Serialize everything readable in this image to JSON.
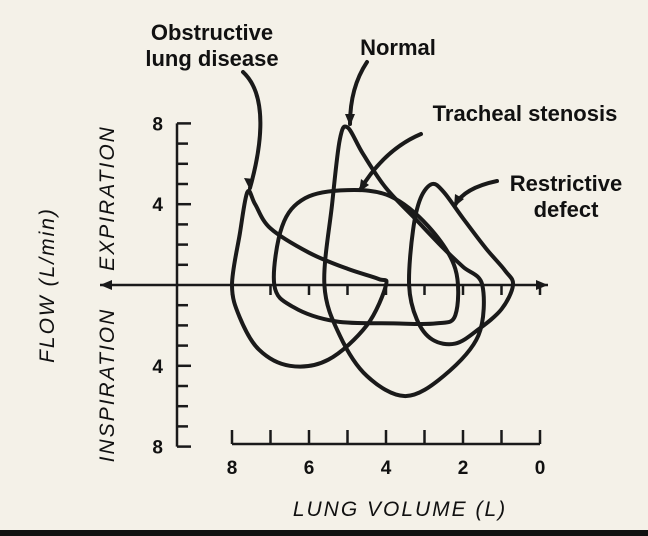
{
  "chart_data": {
    "type": "line",
    "xlabel": "LUNG VOLUME (L)",
    "ylabel": "FLOW (L/min)",
    "ylabel_upper": "EXPIRATION",
    "ylabel_lower": "INSPIRATION",
    "xlim": [
      8,
      0
    ],
    "ylim": [
      -8,
      8
    ],
    "x_ticks": [
      8,
      6,
      4,
      2,
      0
    ],
    "y_ticks_upper": [
      4,
      8
    ],
    "y_ticks_lower": [
      4,
      8
    ],
    "grid": false,
    "series": [
      {
        "name": "Obstructive lung disease",
        "label_lines": [
          "Obstructive",
          "lung disease"
        ],
        "x": [
          8.0,
          7.8,
          7.6,
          7.4,
          7.0,
          6.0,
          5.0,
          4.2,
          4.0,
          4.5,
          5.5,
          6.5,
          7.3,
          7.8,
          8.0
        ],
        "y": [
          0.0,
          2.5,
          4.6,
          4.0,
          2.8,
          1.6,
          0.8,
          0.3,
          0.0,
          -2.0,
          -3.7,
          -4.0,
          -3.2,
          -1.6,
          0.0
        ]
      },
      {
        "name": "Normal",
        "label_lines": [
          "Normal"
        ],
        "x": [
          5.6,
          5.4,
          5.2,
          5.0,
          4.6,
          4.0,
          3.2,
          2.5,
          2.0,
          1.5,
          1.6,
          2.5,
          3.5,
          4.5,
          5.2,
          5.6
        ],
        "y": [
          0.0,
          4.0,
          7.2,
          7.8,
          6.5,
          4.8,
          3.2,
          1.8,
          0.9,
          0.0,
          -2.5,
          -4.5,
          -5.5,
          -4.5,
          -2.5,
          0.0
        ]
      },
      {
        "name": "Tracheal stenosis",
        "label_lines": [
          "Tracheal stenosis"
        ],
        "x": [
          6.9,
          6.7,
          6.1,
          5.0,
          3.9,
          2.9,
          2.2,
          2.2,
          2.7,
          3.8,
          5.3,
          6.4,
          6.9
        ],
        "y": [
          0.0,
          2.9,
          4.3,
          4.7,
          4.4,
          2.9,
          0.8,
          -1.5,
          -1.9,
          -1.9,
          -1.8,
          -1.1,
          0.0
        ]
      },
      {
        "name": "Restrictive defect",
        "label_lines": [
          "Restrictive",
          "defect"
        ],
        "x": [
          3.4,
          3.3,
          3.1,
          2.8,
          2.5,
          2.0,
          1.4,
          0.9,
          0.7,
          1.0,
          1.6,
          2.2,
          2.8,
          3.2,
          3.4
        ],
        "y": [
          0.0,
          2.7,
          4.3,
          5.0,
          4.6,
          3.3,
          1.8,
          0.7,
          0.0,
          -1.2,
          -2.2,
          -2.9,
          -2.7,
          -1.7,
          0.0
        ]
      }
    ]
  }
}
